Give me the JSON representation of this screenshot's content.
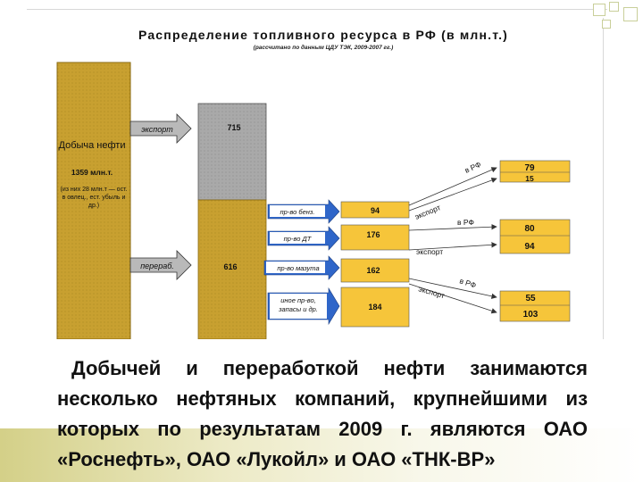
{
  "title": "Распределение топливного ресурса в РФ (в млн.т.)",
  "subtitle": "(рассчитано по данным ЦДУ ТЭК, 2009-2007 гг.)",
  "production": {
    "heading": "Добыча нефти",
    "amount": "1359 млн.т.",
    "note": "(из них 28 млн.т — ост. в овлец., ест. убыль и др.)"
  },
  "arrows": {
    "export": "экспорт",
    "refining": "перераб."
  },
  "totals": {
    "export": "715",
    "refining": "616"
  },
  "products": [
    {
      "label": "пр-во бенз.",
      "value": "94"
    },
    {
      "label": "пр-во ДТ",
      "value": "176"
    },
    {
      "label": "пр-во мазута",
      "value": "162"
    },
    {
      "label": "иное пр-во, запасы и др.",
      "value": "184"
    }
  ],
  "flows": {
    "to_rf": "в РФ",
    "export": "экспорт"
  },
  "results": [
    {
      "domestic": "79",
      "export": "15"
    },
    {
      "domestic": "80",
      "export": "94"
    },
    {
      "domestic": "55",
      "export": "103"
    }
  ],
  "caption": "Добычей и переработкой нефти занимаются несколько нефтяных компаний, крупнейшими из которых по результатам 2009 г. являются ОАО «Роснефть», ОАО «Лукойл» и ОАО «ТНК-ВР»",
  "colors": {
    "production": "#c8a030",
    "export_total": "#a9a9a9",
    "refining_total": "#c8a030",
    "arrow": "#b9b9b9",
    "product_box": "#2f66c9",
    "product_value": "#f6c53a",
    "result_box": "#f6c53a"
  }
}
